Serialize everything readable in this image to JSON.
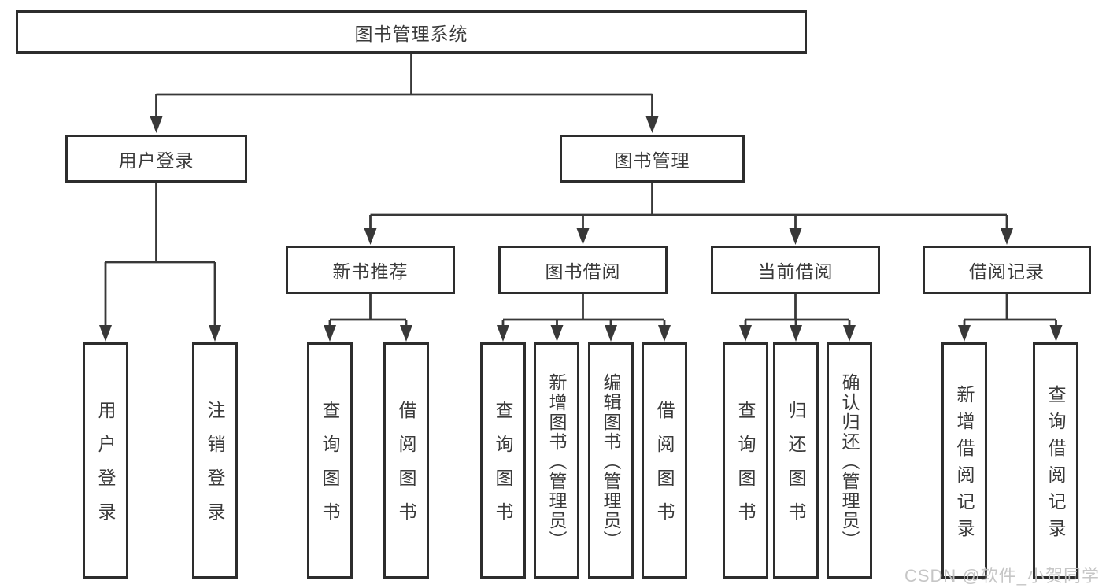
{
  "root": {
    "label": "图书管理系统"
  },
  "branches": {
    "user_login": {
      "label": "用户登录",
      "children": {
        "login": {
          "label": "用户登录"
        },
        "logout": {
          "label": "注销登录"
        }
      }
    },
    "book_mgmt": {
      "label": "图书管理",
      "children": {
        "new_book": {
          "label": "新书推荐",
          "children": {
            "query_book": {
              "label": "查询图书"
            },
            "borrow_book": {
              "label": "借阅图书"
            }
          }
        },
        "book_borrow": {
          "label": "图书借阅",
          "children": {
            "query_book": {
              "label": "查询图书"
            },
            "add_book": {
              "label": "新增图书（管理员）"
            },
            "edit_book": {
              "label": "编辑图书（管理员）"
            },
            "borrow_book": {
              "label": "借阅图书"
            }
          }
        },
        "current_borrow": {
          "label": "当前借阅",
          "children": {
            "query_book": {
              "label": "查询图书"
            },
            "return_book": {
              "label": "归还图书"
            },
            "confirm_return": {
              "label": "确认归还（管理员）"
            }
          }
        },
        "borrow_record": {
          "label": "借阅记录",
          "children": {
            "add_record": {
              "label": "新增借阅记录"
            },
            "query_record": {
              "label": "查询借阅记录"
            }
          }
        }
      }
    }
  },
  "watermark": {
    "text": "CSDN @软件_小贺同学"
  },
  "colors": {
    "line": "#383838",
    "box_border": "#2d2d2d",
    "box_fill": "#ffffff",
    "text": "#3a3a3a",
    "watermark": "#c3c3c3"
  }
}
